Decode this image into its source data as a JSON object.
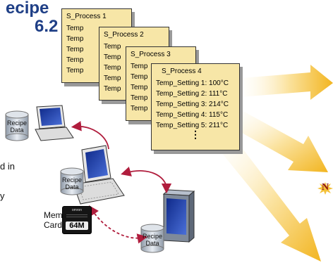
{
  "title": {
    "line1": "ecipe",
    "line2": "6.2"
  },
  "side_text": {
    "line1": "d in",
    "line2": "y"
  },
  "cards": [
    {
      "header": "S_Process 1",
      "rows": [
        "Temp",
        "Temp",
        "Temp",
        "Temp",
        "Temp"
      ]
    },
    {
      "header": "S_Process 2",
      "rows": [
        "Temp",
        "Temp",
        "Temp",
        "Temp",
        "Temp"
      ]
    },
    {
      "header": "S_Process 3",
      "rows": [
        "Temp",
        "Temp",
        "Temp",
        "Temp",
        "Temp"
      ]
    },
    {
      "header": "S_Process 4",
      "rows": [
        "Temp_Setting 1: 100°C",
        "Temp_Setting 2: 111°C",
        "Temp_Setting 3: 214°C",
        "Temp_Setting 4: 115°C",
        "Temp_Setting 5: 211°C"
      ],
      "more": "⋮"
    }
  ],
  "recipe_data_label": {
    "line1": "Recipe",
    "line2": "Data"
  },
  "memory_card": {
    "label_line1": "Memory",
    "label_line2": "Card",
    "brand": "omron",
    "capacity": "64M"
  },
  "n_badge": "N",
  "colors": {
    "title": "#1f3f86",
    "card_fill": "#f7e6a7",
    "arrow_red": "#b01d3d",
    "big_arrow": "#f2b520"
  }
}
